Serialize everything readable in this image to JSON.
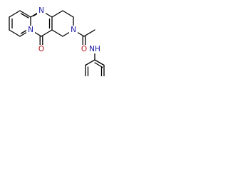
{
  "molecule": {
    "atoms": {
      "n_ring_fusion": "N",
      "n_ring_top": "N",
      "n_piperidine": "N",
      "o_ketone": "O",
      "o_amide": "O",
      "n_amide": "NH"
    },
    "colors": {
      "bond": "#000000",
      "nitrogen": "#1a1aa0",
      "oxygen": "#b01414"
    }
  }
}
